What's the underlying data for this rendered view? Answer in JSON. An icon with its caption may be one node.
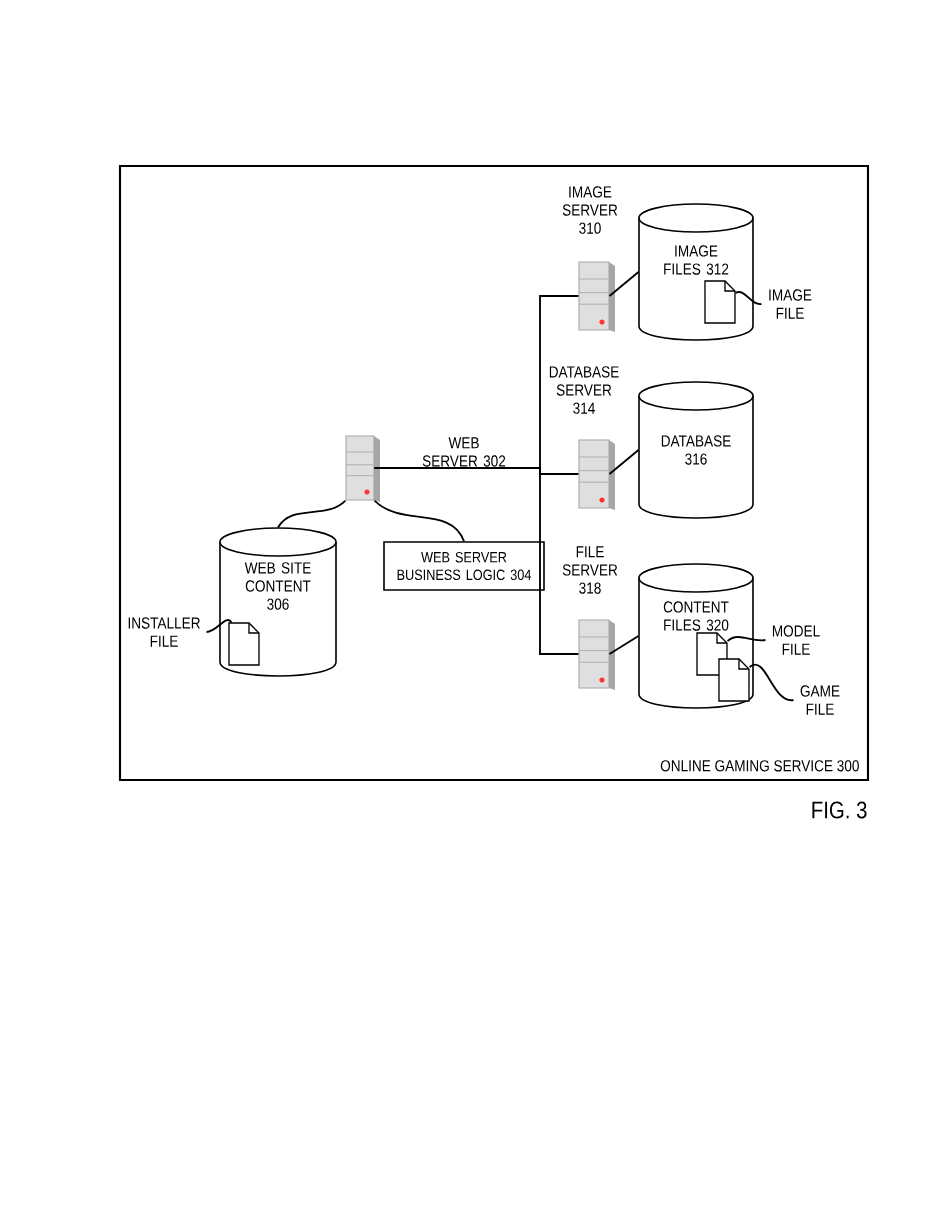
{
  "diagram": {
    "caption": "FIG. 3",
    "nodes": [
      {
        "text": [
          "ONLINE GAMING SERVICE 300"
        ]
      },
      {
        "text": [],
        "shape": "server",
        "beside": [
          "WEB SERVER 302"
        ],
        "in": 0
      },
      {
        "text": [
          "WEB SERVER BUSINESS LOGIC 304"
        ],
        "in": 0
      },
      {
        "text": [
          "WEB SITE CONTENT 306"
        ],
        "in": 0
      },
      {
        "text": [
          "INSTALLER FILE"
        ],
        "in": 0
      },
      {
        "text": [],
        "shape": "document",
        "in": 3
      },
      {
        "text": [],
        "shape": "server",
        "beside": [
          "IMAGE SERVER 310"
        ],
        "in": 0
      },
      {
        "text": [
          "IMAGE FILES 312"
        ],
        "in": 0
      },
      {
        "text": [],
        "shape": "document",
        "in": 7
      },
      {
        "text": [
          "IMAGE FILE"
        ],
        "in": 0
      },
      {
        "text": [],
        "shape": "server",
        "beside": [
          "DATABASE SERVER 314"
        ],
        "in": 0
      },
      {
        "text": [
          "DATABASE 316"
        ],
        "in": 0
      },
      {
        "text": [],
        "shape": "server",
        "beside": [
          "FILE SERVER 318"
        ],
        "in": 0
      },
      {
        "text": [
          "CONTENT FILES 320"
        ],
        "in": 0
      },
      {
        "text": [],
        "shape": "document",
        "in": 13
      },
      {
        "text": [],
        "shape": "document",
        "in": 13
      },
      {
        "text": [
          "MODEL FILE"
        ],
        "in": 0
      },
      {
        "text": [
          "GAME FILE"
        ],
        "in": 0
      }
    ],
    "edges": [
      {
        "from": 1,
        "to": 2,
        "arrow": "none"
      },
      {
        "from": 1,
        "to": 3,
        "arrow": "none"
      },
      {
        "from": 4,
        "to": 5,
        "arrow": "none"
      },
      {
        "from": 1,
        "to": 6,
        "arrow": "none"
      },
      {
        "from": 1,
        "to": 10,
        "arrow": "none"
      },
      {
        "from": 1,
        "to": 12,
        "arrow": "none"
      },
      {
        "from": 6,
        "to": 7,
        "arrow": "none"
      },
      {
        "from": 10,
        "to": 11,
        "arrow": "none"
      },
      {
        "from": 12,
        "to": 13,
        "arrow": "none"
      },
      {
        "from": 9,
        "to": 8,
        "arrow": "none"
      },
      {
        "from": 16,
        "to": 14,
        "arrow": "none"
      },
      {
        "from": 17,
        "to": 15,
        "arrow": "none"
      }
    ]
  }
}
